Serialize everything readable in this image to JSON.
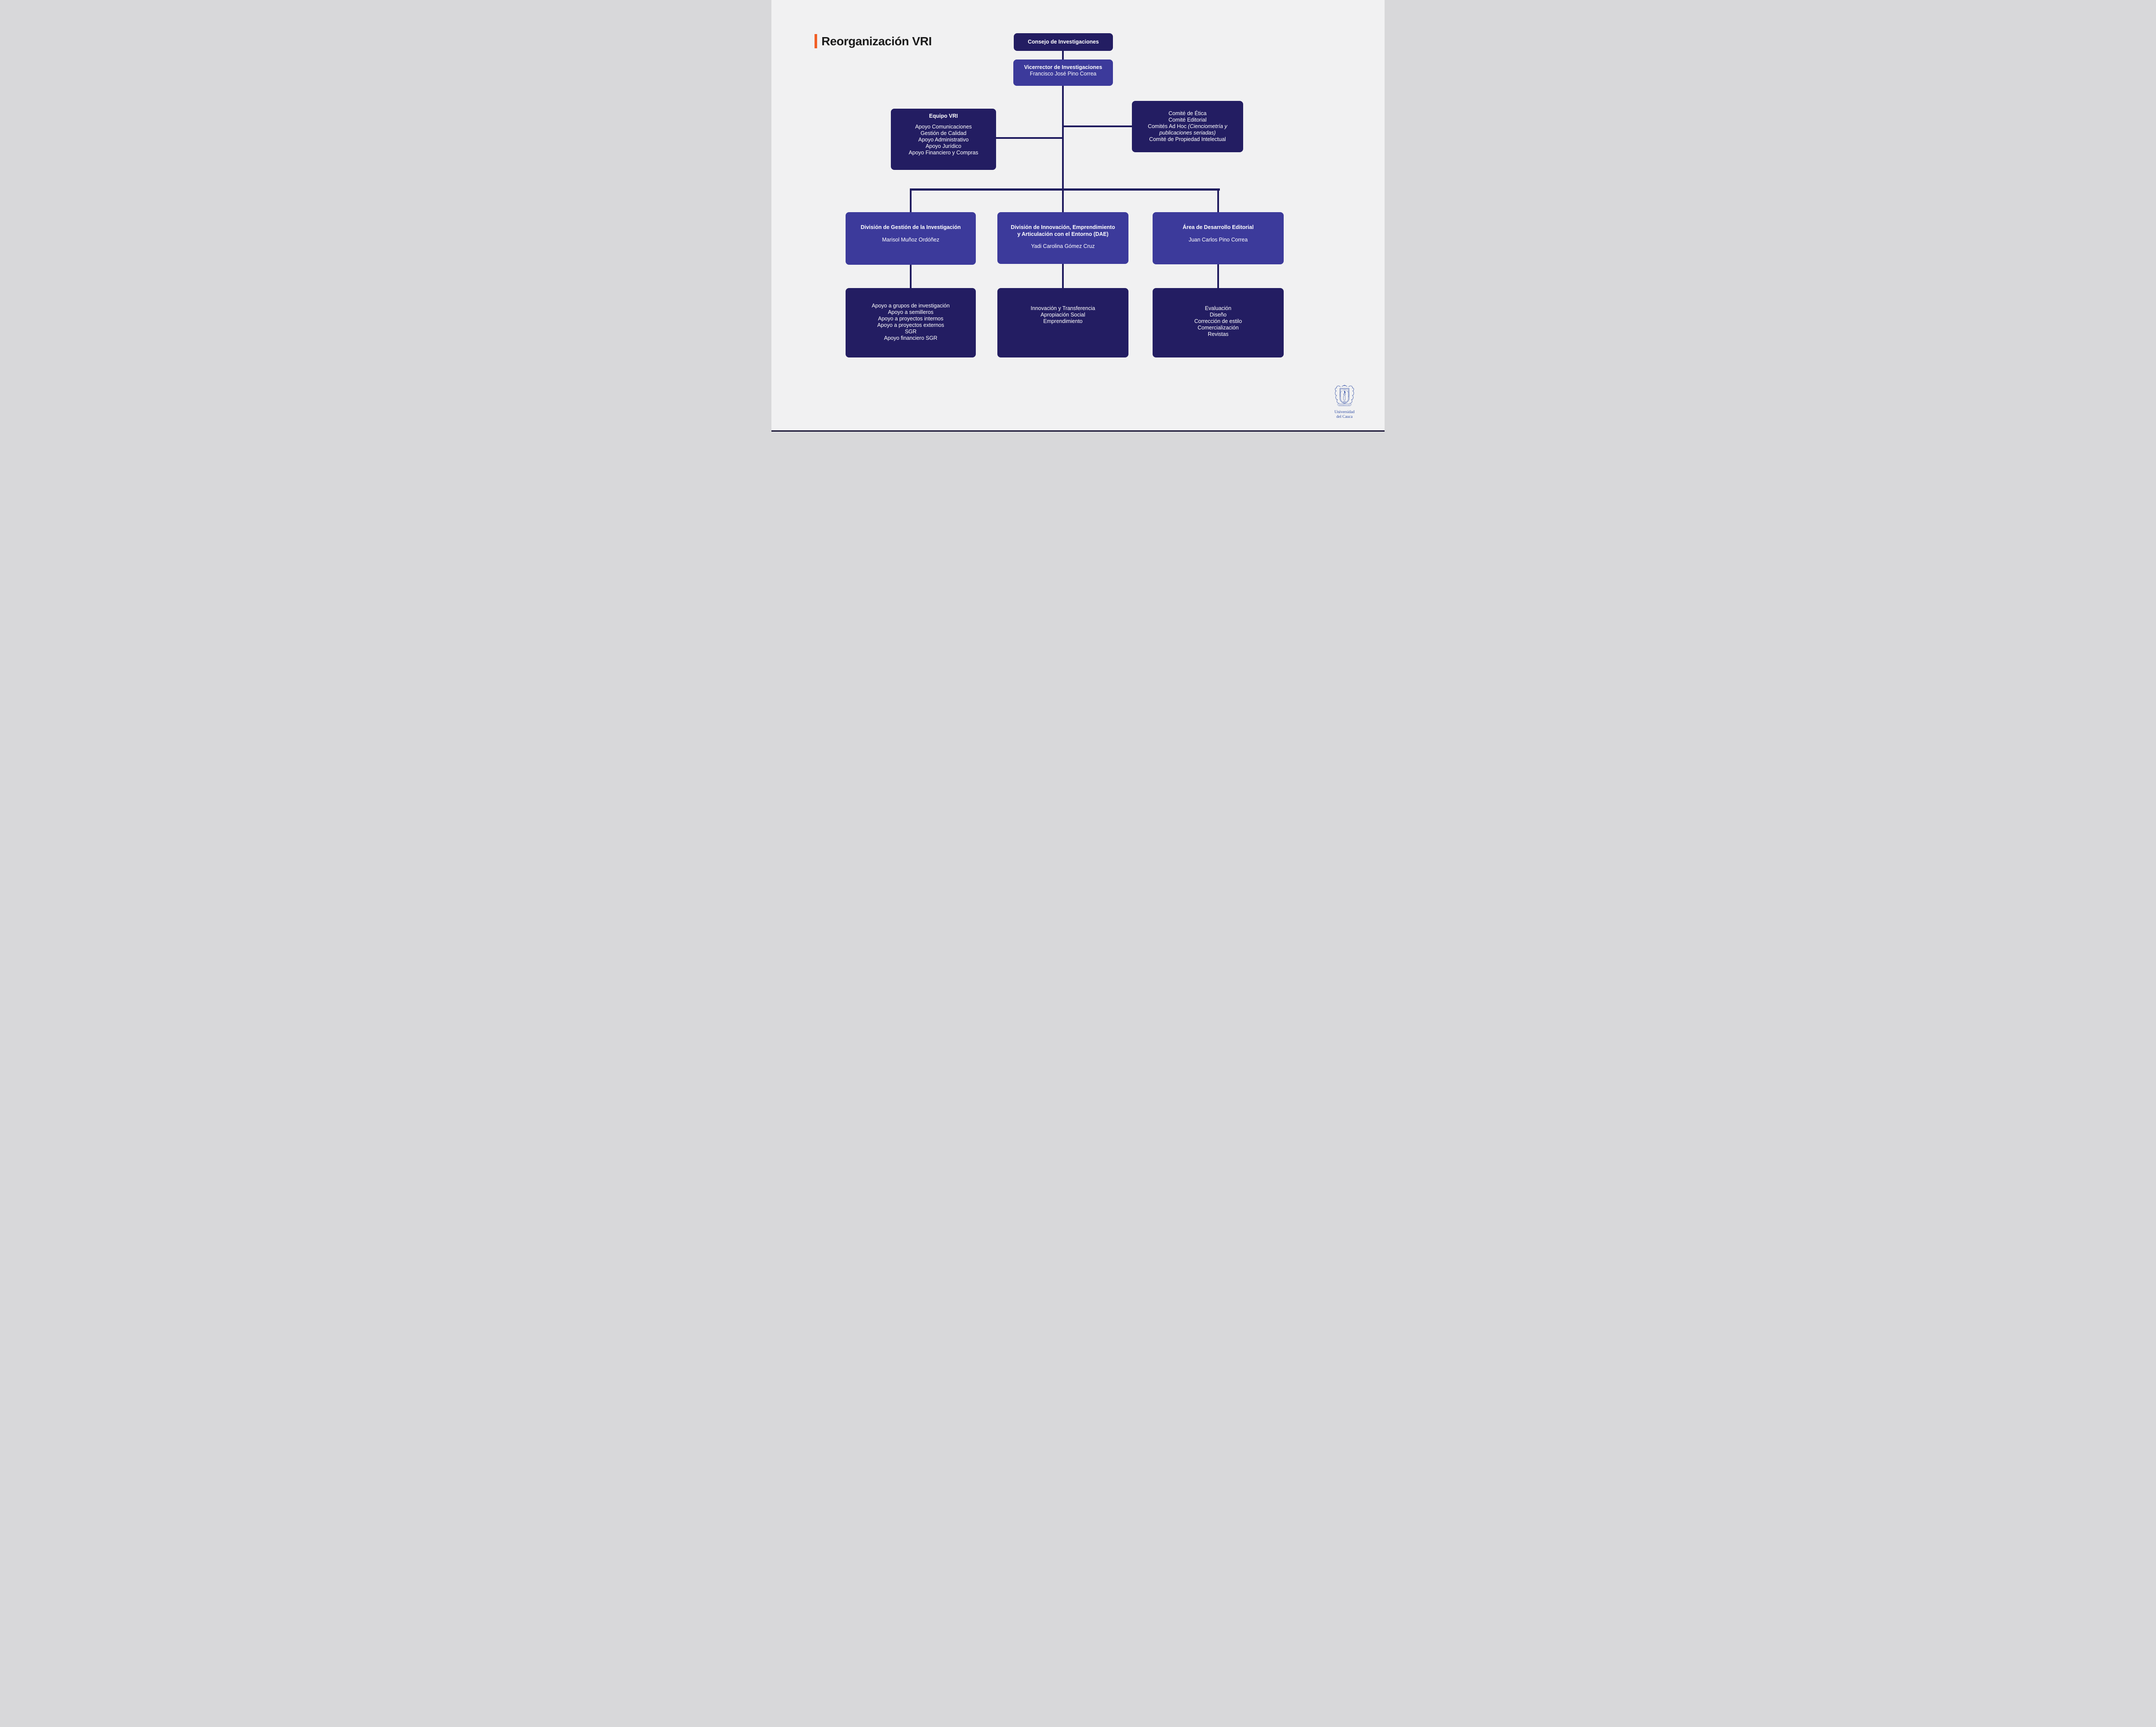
{
  "title": {
    "text": "Reorganización VRI"
  },
  "colors": {
    "background": "#F1F1F2",
    "box_dark_navy": "#231D62",
    "box_medium_blue": "#3C3A9B",
    "connector": "#1F1A5E",
    "accent_orange": "#F15E25",
    "title_text": "#1B1B1B",
    "box_text": "#FFFFFF",
    "logo_blue": "#2C4AA2",
    "footer_bar": "#161233"
  },
  "org": {
    "consejo": {
      "label": "Consejo de Investigaciones"
    },
    "vicerrector": {
      "title": "Vicerrector de Investigaciones",
      "name": "Francisco José Pino Correa"
    },
    "equipo_vri": {
      "title": "Equipo VRI",
      "items": [
        "Apoyo Comunicaciones",
        "Gestión de Calidad",
        "Apoyo Administrativo",
        "Apoyo Jurídico",
        "Apoyo Financiero y Compras"
      ]
    },
    "comites": {
      "lines": [
        {
          "text": "Comité de Ética"
        },
        {
          "text": "Comité Editorial"
        },
        {
          "text": "Comités Ad Hoc ",
          "italic": "(Cienciometría y"
        },
        {
          "text": "",
          "italic": "publicaciones seriadas)"
        },
        {
          "text": "Comité de Propiedad Intelectual"
        }
      ]
    },
    "divisions": [
      {
        "title": "División de Gestión de la Investigación",
        "name": "Marisol Muñoz Ordóñez",
        "units": [
          "Apoyo a grupos de investigación",
          "Apoyo a semilleros",
          "Apoyo a proyectos internos",
          "Apoyo a proyectos externos",
          "SGR",
          "Apoyo financiero SGR"
        ]
      },
      {
        "title": "División de Innovación, Emprendimiento\ny Articulación con el Entorno (DAE)",
        "name": "Yadi Carolina Gómez Cruz",
        "units": [
          "Innovación y Transferencia",
          "Apropiación Social",
          "Emprendimiento"
        ]
      },
      {
        "title": "Área de Desarrollo Editorial",
        "name": "Juan Carlos Pino Correa",
        "units": [
          "Evaluación",
          "Diseño",
          "Corrección de estilo",
          "Comercialización",
          "Revistas"
        ]
      }
    ]
  },
  "logo": {
    "institution_line1": "Universidad",
    "institution_line2": "del Cauca",
    "crest_motto": "POSTERIS LVMEN MORITVRVS EDAT",
    "crest_year": "1827",
    "crest_banner": "UNIVERSIDAD DEL CAUCA"
  }
}
